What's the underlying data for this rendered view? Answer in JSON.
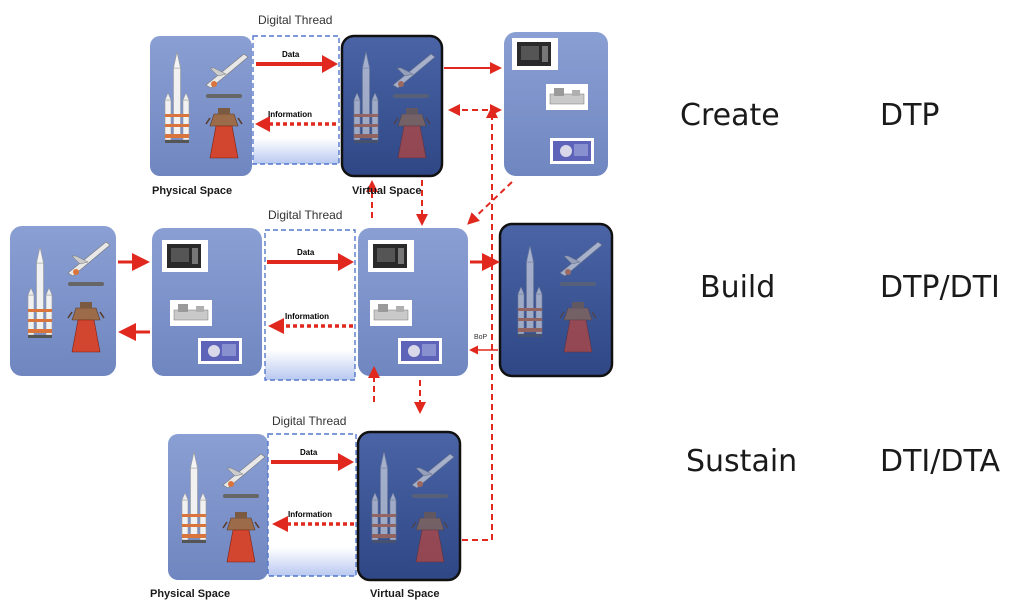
{
  "rows": [
    {
      "thread_title": "Digital Thread",
      "data_label": "Data",
      "info_label": "Information",
      "left_caption": "Physical Space",
      "right_caption": "Virtual Space",
      "phase": "Create",
      "code": "DTP"
    },
    {
      "thread_title": "Digital Thread",
      "data_label": "Data",
      "info_label": "Information",
      "phase": "Build",
      "code": "DTP/DTI",
      "bop_label": "BoP"
    },
    {
      "thread_title": "Digital Thread",
      "data_label": "Data",
      "info_label": "Information",
      "left_caption": "Physical Space",
      "right_caption": "Virtual Space",
      "phase": "Sustain",
      "code": "DTI/DTA"
    }
  ],
  "colors": {
    "panel_light": "#7f93c8",
    "panel_dark": "#3c5596",
    "arrow_red": "#e0281e",
    "thread_border": "#5577cc"
  },
  "icons": [
    "rocket-icon",
    "space-plane-icon",
    "engine-icon",
    "machine-tool-icon"
  ]
}
